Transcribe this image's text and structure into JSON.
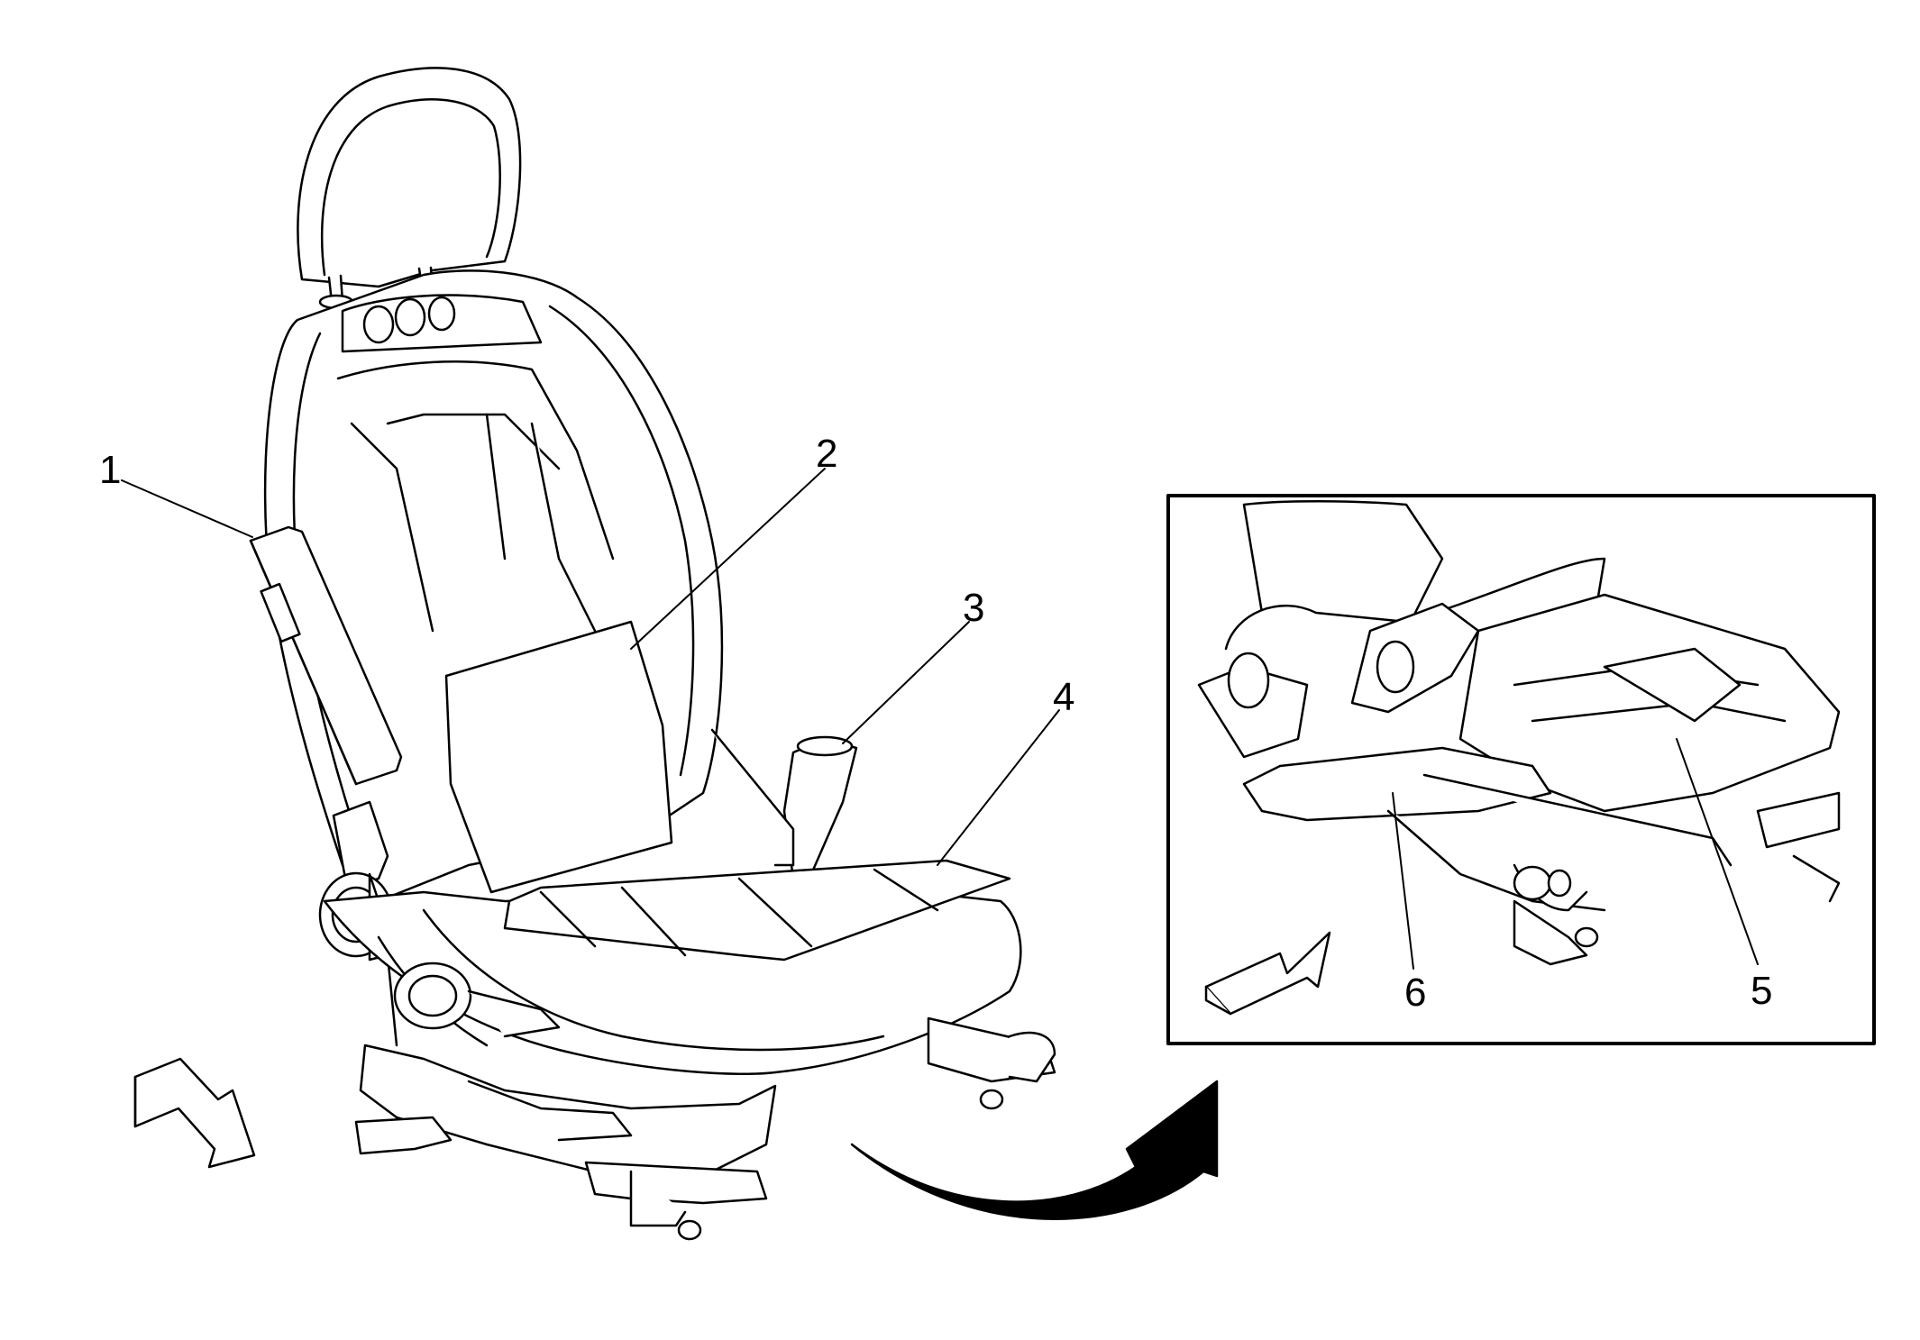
{
  "figure": {
    "callouts": [
      {
        "id": "1",
        "label": "1"
      },
      {
        "id": "2",
        "label": "2"
      },
      {
        "id": "3",
        "label": "3"
      },
      {
        "id": "4",
        "label": "4"
      },
      {
        "id": "5",
        "label": "5"
      },
      {
        "id": "6",
        "label": "6"
      }
    ],
    "colors": {
      "line": "#000000",
      "fill": "#ffffff"
    }
  }
}
